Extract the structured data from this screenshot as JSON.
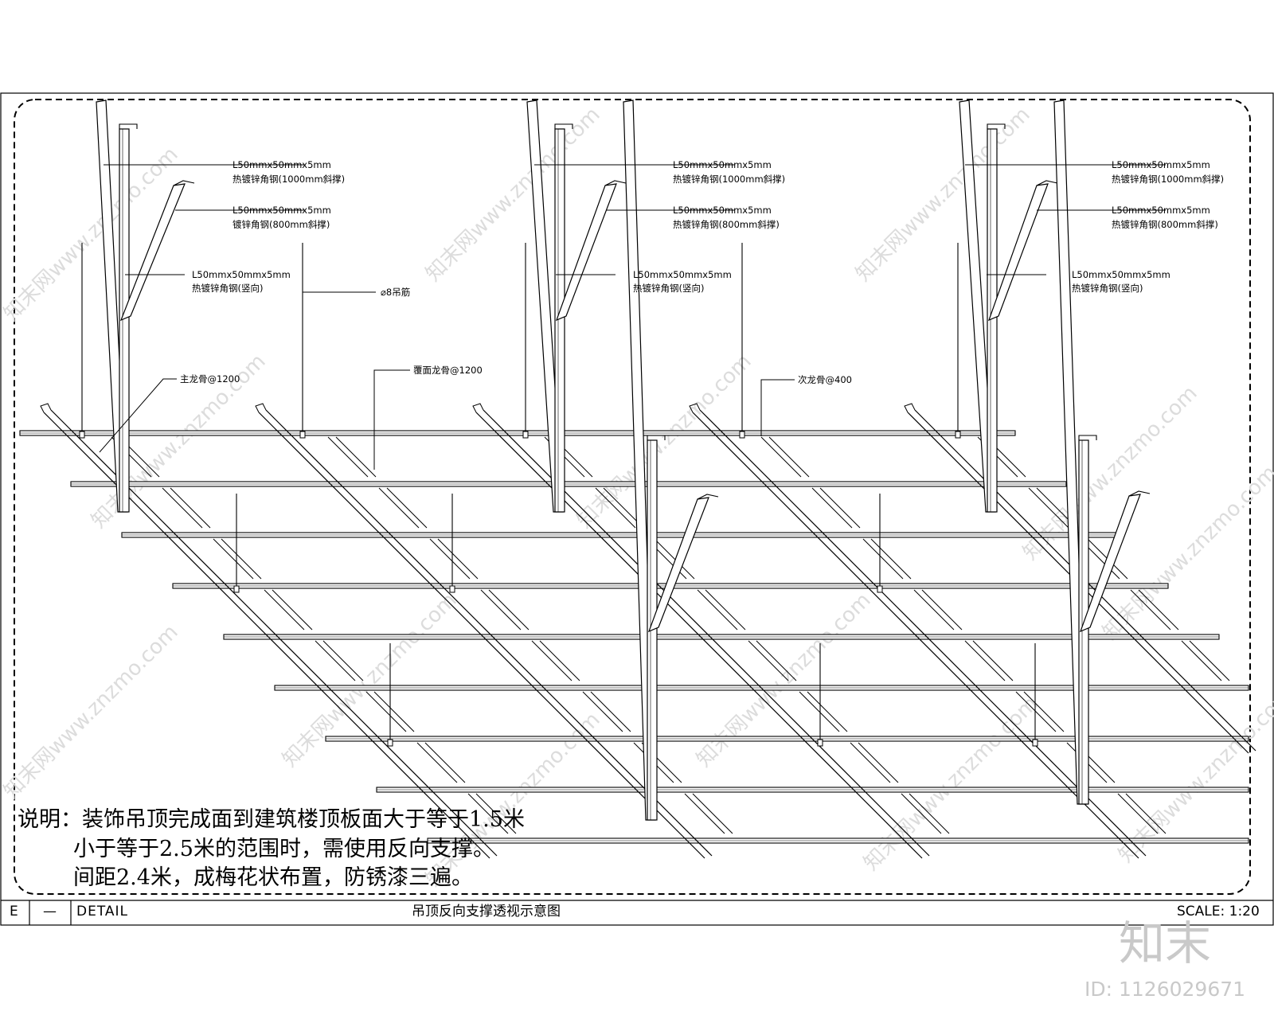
{
  "labels": {
    "hot_angle_1000": [
      "L50mmx50mmx5mm",
      "热镀锌角钢(1000mm斜撑)"
    ],
    "angle_800_a": [
      "L50mmx50mmx5mm",
      "镀锌角钢(800mm斜撑)"
    ],
    "angle_800_b": [
      "L50mmx50mmx5mm",
      "热镀锌角钢(800mm斜撑)"
    ],
    "vertical": [
      "L50mmx50mmx5mm",
      "热镀锌角钢(竖向)"
    ],
    "hanger": "⌀8吊筋",
    "main_keel": "主龙骨@1200",
    "cover_keel": "覆面龙骨@1200",
    "secondary_keel": "次龙骨@400"
  },
  "note": {
    "lines": [
      "说明：装饰吊顶完成面到建筑楼顶板面大于等于1.5米",
      "小于等于2.5米的范围时，需使用反向支撑。",
      "间距2.4米，成梅花状布置，防锈漆三遍。"
    ]
  },
  "title_block": {
    "letter": "E",
    "dash": "—",
    "detail": "DETAIL",
    "title": "吊顶反向支撑透视示意图",
    "scale": "SCALE: 1:20"
  },
  "brand": {
    "logo": "知末",
    "id": "ID: 1126029671",
    "watermark": "知末网www.znzmo.com"
  }
}
